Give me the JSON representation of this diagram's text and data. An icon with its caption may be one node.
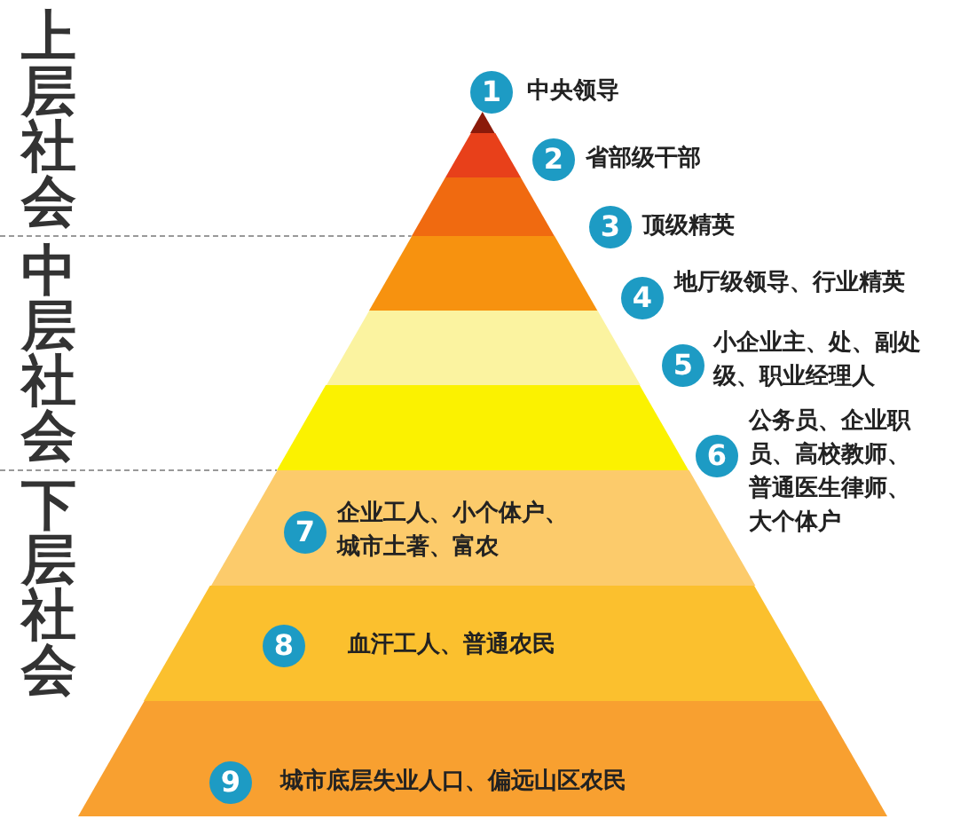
{
  "diagram": {
    "nodes": [
      {
        "text": [
          "1",
          "中央领导"
        ]
      },
      {
        "text": [
          "2",
          "省部级干部"
        ]
      },
      {
        "text": [
          "3",
          "顶级精英"
        ]
      },
      {
        "text": [
          "4",
          "地厅级领导、行业精英"
        ]
      },
      {
        "text": [
          "5",
          "小企业主、处、副处级、职业经理人"
        ]
      },
      {
        "text": [
          "6",
          "公务员、企业职员、高校教师、普通医生律师、大个体户"
        ]
      },
      {
        "text": [
          "7",
          "企业工人、小个体户、城市土著、富农"
        ]
      },
      {
        "text": [
          "8",
          "血汗工人、普通农民"
        ]
      },
      {
        "text": [
          "9",
          "城市底层失业人口、偏远山区农民"
        ]
      }
    ],
    "edges": [],
    "labels": [
      "上层社会",
      "中层社会",
      "下层社会"
    ]
  }
}
